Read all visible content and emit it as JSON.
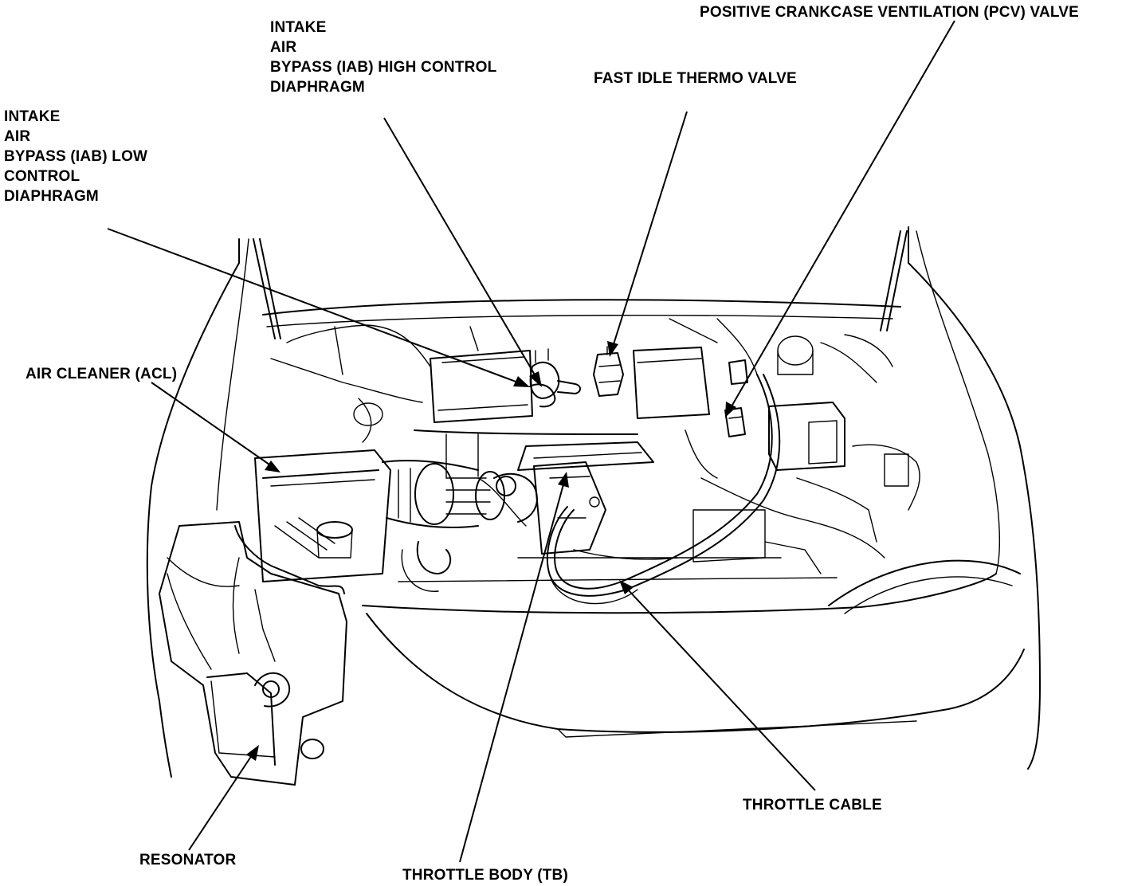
{
  "labels": {
    "iab_high": [
      "INTAKE",
      "AIR",
      "BYPASS (IAB) HIGH CONTROL",
      "DIAPHRAGM"
    ],
    "iab_low": [
      "INTAKE",
      "AIR",
      "BYPASS (IAB) LOW",
      "CONTROL",
      "DIAPHRAGM"
    ],
    "fast_idle": "FAST IDLE THERMO VALVE",
    "pcv": "POSITIVE CRANKCASE VENTILATION (PCV) VALVE",
    "air_cleaner": "AIR CLEANER (ACL)",
    "throttle_cable": "THROTTLE CABLE",
    "resonator": "RESONATOR",
    "throttle_body": "THROTTLE BODY (TB)"
  }
}
